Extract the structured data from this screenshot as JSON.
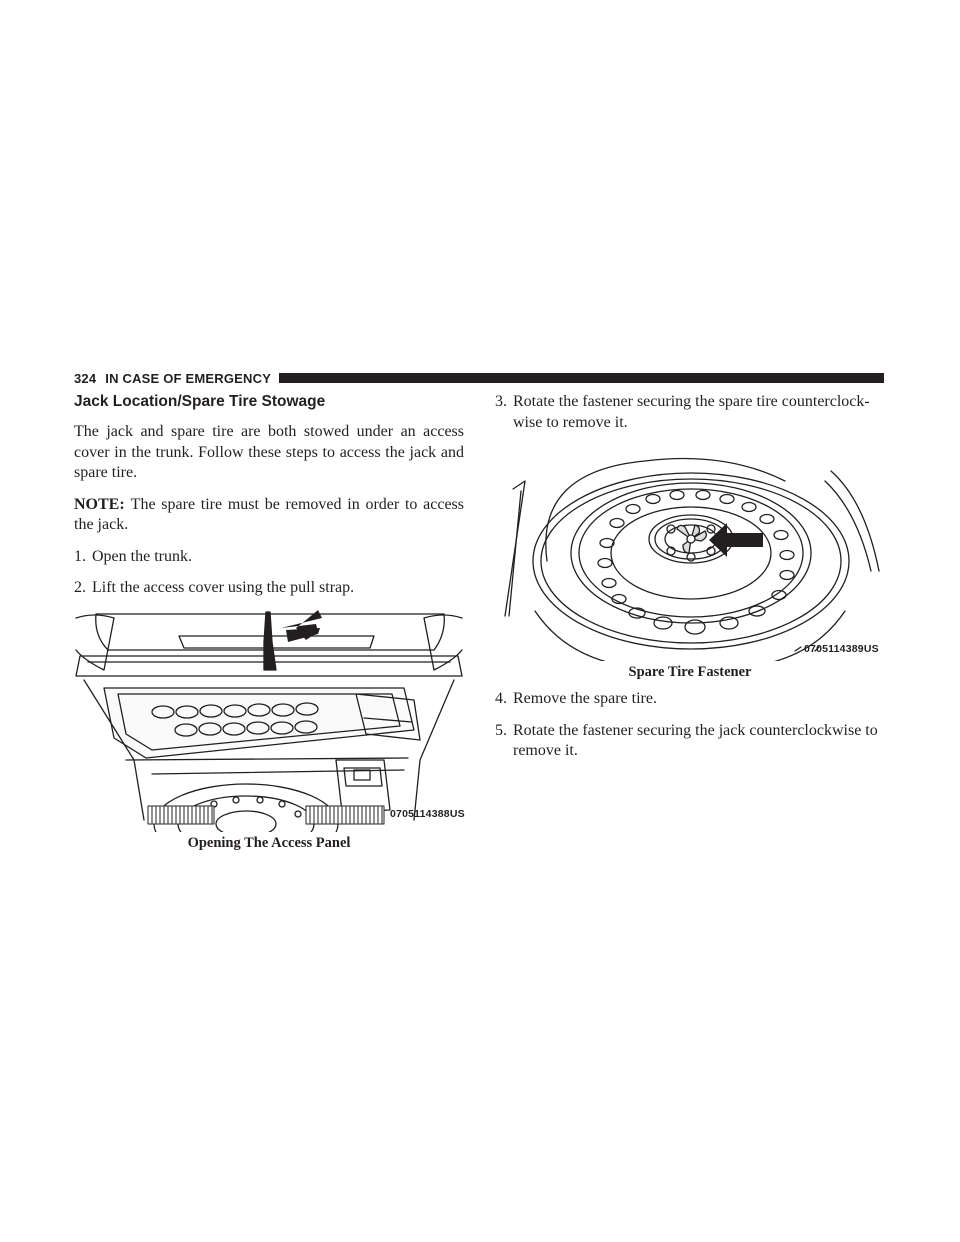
{
  "header": {
    "page_number": "324",
    "section": "IN CASE OF EMERGENCY"
  },
  "left_column": {
    "heading": "Jack Location/Spare Tire Stowage",
    "intro": "The jack and spare tire are both stowed under an access cover in the trunk. Follow these steps to access the jack and spare tire.",
    "note_label": "NOTE:",
    "note_text": "The spare tire must be removed in order to access the jack.",
    "steps": [
      {
        "num": "1.",
        "text": "Open the trunk."
      },
      {
        "num": "2.",
        "text": "Lift the access cover using the pull strap."
      }
    ],
    "figure": {
      "code": "0705114388US",
      "caption": "Opening The Access Panel"
    }
  },
  "right_column": {
    "steps_before": [
      {
        "num": "3.",
        "text": "Rotate the fastener securing the spare tire counterclock- wise to remove it."
      }
    ],
    "figure": {
      "code": "0705114389US",
      "caption": "Spare Tire Fastener"
    },
    "steps_after": [
      {
        "num": "4.",
        "text": "Remove the spare tire."
      },
      {
        "num": "5.",
        "text": "Rotate the fastener securing the jack counterclockwise to remove it."
      }
    ]
  }
}
